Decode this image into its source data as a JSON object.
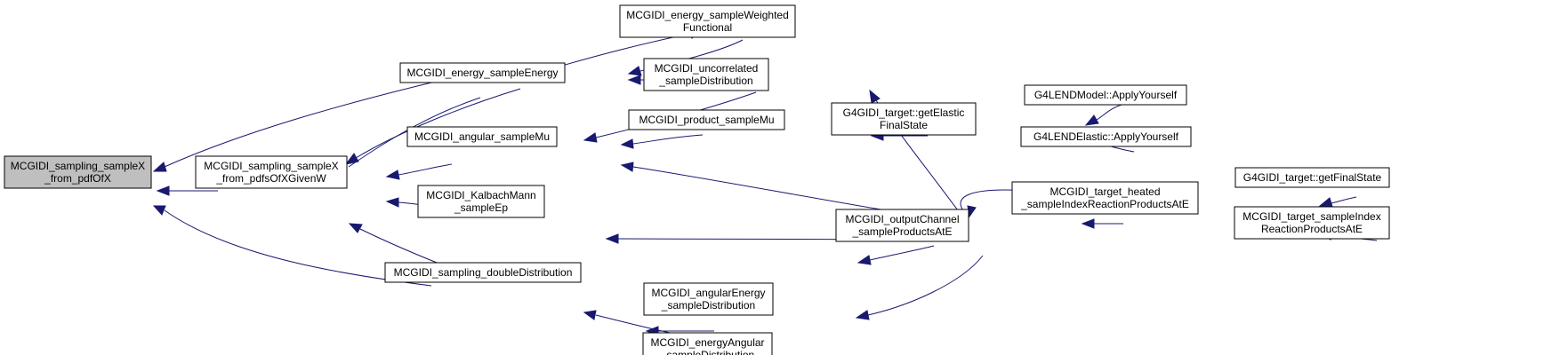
{
  "graph": {
    "colors": {
      "edge": "#191970",
      "root_fill": "#bfbfbf",
      "node_fill": "#ffffff",
      "border": "#000000"
    },
    "nodes": [
      {
        "id": "n0",
        "lines": [
          "MCGIDI_sampling_sampleX",
          "_from_pdfOfX"
        ]
      },
      {
        "id": "n1",
        "lines": [
          "MCGIDI_sampling_sampleX",
          "_from_pdfsOfXGivenW"
        ]
      },
      {
        "id": "n2",
        "lines": [
          "MCGIDI_energy_sampleEnergy"
        ]
      },
      {
        "id": "n3",
        "lines": [
          "MCGIDI_angular_sampleMu"
        ]
      },
      {
        "id": "n4",
        "lines": [
          "MCGIDI_KalbachMann",
          "_sampleEp"
        ]
      },
      {
        "id": "n5",
        "lines": [
          "MCGIDI_sampling_doubleDistribution"
        ]
      },
      {
        "id": "n6",
        "lines": [
          "MCGIDI_energy_sampleWeighted",
          "Functional"
        ]
      },
      {
        "id": "n7",
        "lines": [
          "MCGIDI_uncorrelated",
          "_sampleDistribution"
        ]
      },
      {
        "id": "n8",
        "lines": [
          "MCGIDI_product_sampleMu"
        ]
      },
      {
        "id": "n9",
        "lines": [
          "MCGIDI_angularEnergy",
          "_sampleDistribution"
        ]
      },
      {
        "id": "n10",
        "lines": [
          "MCGIDI_energyAngular",
          "_sampleDistribution"
        ]
      },
      {
        "id": "n11",
        "lines": [
          "G4GIDI_target::getElastic",
          "FinalState"
        ]
      },
      {
        "id": "n12",
        "lines": [
          "MCGIDI_outputChannel",
          "_sampleProductsAtE"
        ]
      },
      {
        "id": "n13",
        "lines": [
          "G4LENDModel::ApplyYourself"
        ]
      },
      {
        "id": "n14",
        "lines": [
          "G4LENDElastic::ApplyYourself"
        ]
      },
      {
        "id": "n15",
        "lines": [
          "MCGIDI_target_heated",
          "_sampleIndexReactionProductsAtE"
        ]
      },
      {
        "id": "n16",
        "lines": [
          "G4GIDI_target::getFinalState"
        ]
      },
      {
        "id": "n17",
        "lines": [
          "MCGIDI_target_sampleIndex",
          "ReactionProductsAtE"
        ]
      }
    ]
  }
}
